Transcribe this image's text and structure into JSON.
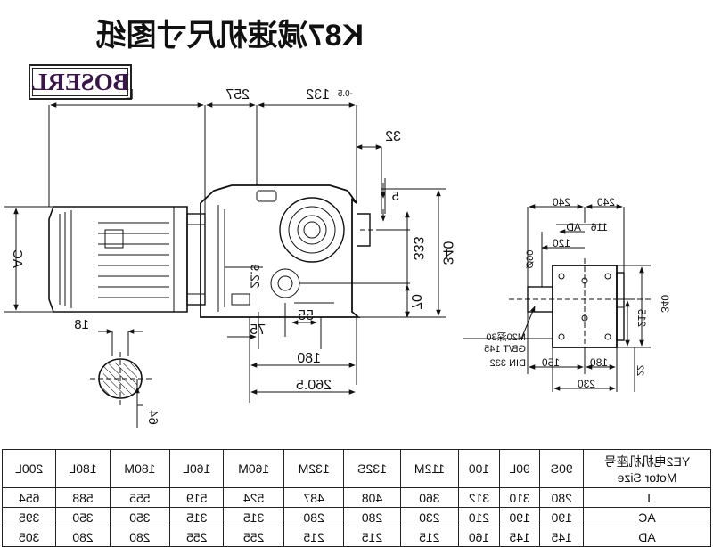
{
  "title": "K87减速机尺寸图纸",
  "brand": "BOSERL",
  "drawing": {
    "front_view": {
      "L": "L",
      "d257": "257",
      "d132": "132",
      "d132_tol": "-0.5",
      "d32": "32",
      "d5": "5",
      "d333": "333",
      "d340": "340",
      "d70": "70",
      "d55": "55",
      "d75": "75",
      "d180": "180",
      "d260_5": "260.5",
      "d229": "22.9",
      "AC": "AC",
      "d18": "18",
      "d64": "64"
    },
    "side_view": {
      "d240_left": "240",
      "d240_right": "240",
      "AD": "AD",
      "d116": "116",
      "d120": "120",
      "d090": "Ø90",
      "d215": "215",
      "d340": "340",
      "d180": "180",
      "d150": "150",
      "d230": "230",
      "d22": "22",
      "thread_m": "M20深30",
      "thread_gb": "GB/T 145",
      "thread_din": "DIN 332"
    }
  },
  "table": {
    "header": {
      "label_cn": "YE2电机机座号",
      "label_en": "Motor Size",
      "sizes": [
        "90S",
        "90L",
        "100",
        "112M",
        "132S",
        "132M",
        "160M",
        "160L",
        "180M",
        "180L",
        "200L"
      ]
    },
    "rows": [
      {
        "label": "L",
        "values": [
          "280",
          "310",
          "312",
          "360",
          "408",
          "487",
          "524",
          "519",
          "555",
          "588",
          "654"
        ]
      },
      {
        "label": "AC",
        "values": [
          "190",
          "190",
          "210",
          "230",
          "280",
          "280",
          "315",
          "315",
          "350",
          "350",
          "395"
        ]
      },
      {
        "label": "AD",
        "values": [
          "145",
          "145",
          "160",
          "215",
          "215",
          "215",
          "255",
          "255",
          "280",
          "280",
          "305"
        ]
      }
    ]
  }
}
